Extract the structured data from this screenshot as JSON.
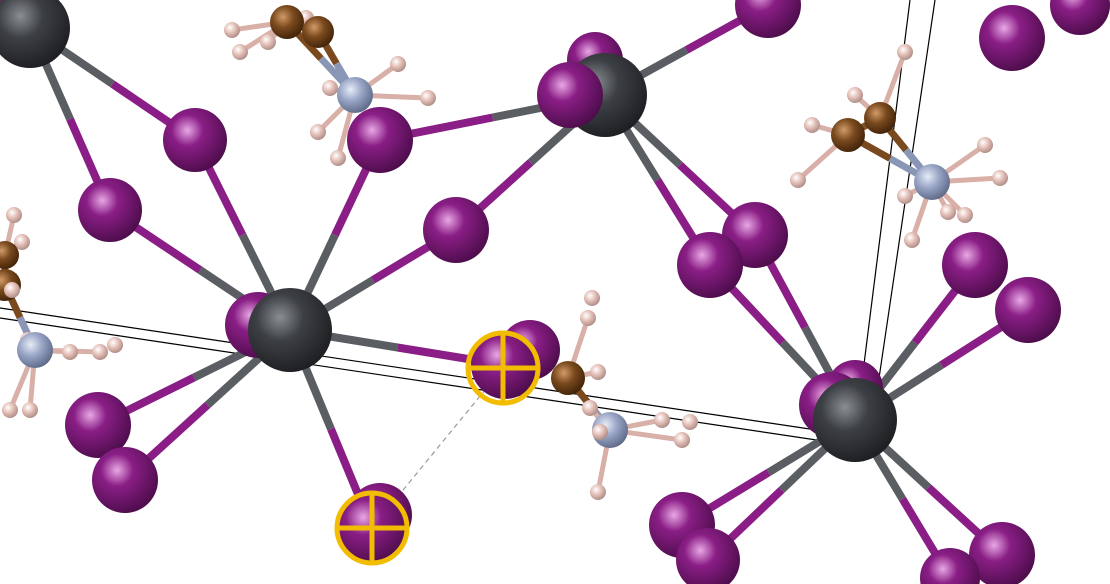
{
  "viewer": {
    "background": "#ffffff",
    "colors": {
      "iodine": "#8a1e86",
      "iodine_highlight": "#e8a8e4",
      "lead": "#3c3f44",
      "lead_highlight": "#8a8d92",
      "carbon": "#7a4a1e",
      "carbon_highlight": "#d29a68",
      "nitrogen": "#9aa6c6",
      "nitrogen_highlight": "#e6ecf6",
      "hydrogen": "#e2bcb4",
      "hydrogen_highlight": "#ffffff",
      "bond_lead": "#5a5d62",
      "bond_iodine": "#8a1e86",
      "bond_carbon": "#7a4a1e",
      "bond_nitrogen": "#8a96b6",
      "bond_hydrogen": "#d8b0a8",
      "cell_line": "#000000",
      "selection_marker": "#f2bd00",
      "measure_line": "#9a9a9a"
    },
    "elements": [
      "lead",
      "iodine",
      "carbon",
      "nitrogen",
      "hydrogen"
    ],
    "selected_atom_count": 2,
    "measurement_mode": "distance"
  }
}
